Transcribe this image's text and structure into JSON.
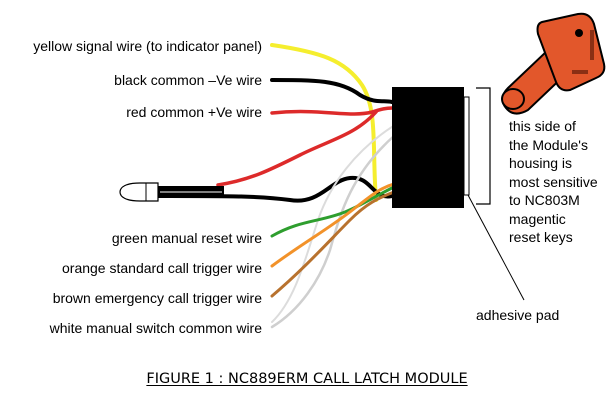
{
  "wires": [
    {
      "key": "yellow",
      "label": "yellow signal wire (to indicator panel)",
      "color": "#f5ee2e"
    },
    {
      "key": "black",
      "label": "black common –Ve wire",
      "color": "#000000"
    },
    {
      "key": "red",
      "label": "red common +Ve wire",
      "color": "#dd2a2a"
    },
    {
      "key": "green",
      "label": "green manual reset wire",
      "color": "#2e9e2e"
    },
    {
      "key": "orange",
      "label": "orange standard call trigger wire",
      "color": "#f2922a"
    },
    {
      "key": "brown",
      "label": "brown emergency call trigger wire",
      "color": "#b8722e"
    },
    {
      "key": "white",
      "label": "white manual switch common wire",
      "color": "#cfcfcf"
    }
  ],
  "side_note": {
    "lines": [
      "this side of",
      "the Module's",
      "housing is",
      "most sensitive",
      "to NC803M",
      "magentic",
      "reset keys"
    ]
  },
  "adhesive_label": "adhesive pad",
  "caption": "FIGURE 1 : NC889ERM CALL LATCH MODULE",
  "colors": {
    "module_body": "#000000",
    "reset_key": "#e2572b",
    "reset_key_dark": "#000000"
  },
  "icons": [
    "led-icon",
    "reset-key-icon"
  ]
}
